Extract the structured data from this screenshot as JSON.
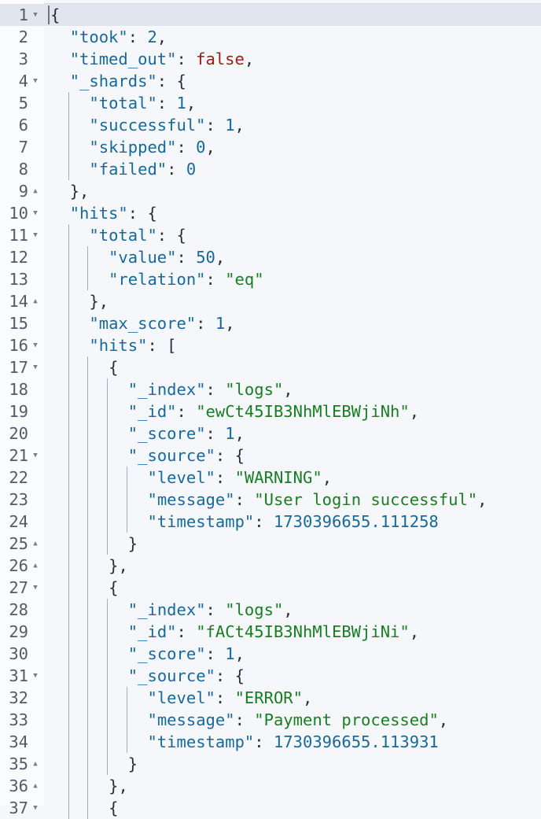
{
  "editor": {
    "active_line": 1,
    "colors": {
      "key": "#16699a",
      "string": "#197d24",
      "number": "#16699a",
      "boolean": "#a11818",
      "punctuation": "#2b2f38",
      "line_number": "#555a66",
      "active_line_bg": "#e1e5ee",
      "background": "#f5f7fa"
    },
    "lines": [
      {
        "n": "1",
        "fold": "open",
        "indent": 0,
        "text": "{"
      },
      {
        "n": "2",
        "fold": "",
        "indent": 1,
        "text": "\"took\": 2,"
      },
      {
        "n": "3",
        "fold": "",
        "indent": 1,
        "text": "\"timed_out\": false,"
      },
      {
        "n": "4",
        "fold": "open",
        "indent": 1,
        "text": "\"_shards\": {"
      },
      {
        "n": "5",
        "fold": "",
        "indent": 2,
        "text": "\"total\": 1,"
      },
      {
        "n": "6",
        "fold": "",
        "indent": 2,
        "text": "\"successful\": 1,"
      },
      {
        "n": "7",
        "fold": "",
        "indent": 2,
        "text": "\"skipped\": 0,"
      },
      {
        "n": "8",
        "fold": "",
        "indent": 2,
        "text": "\"failed\": 0"
      },
      {
        "n": "9",
        "fold": "close",
        "indent": 1,
        "text": "},"
      },
      {
        "n": "10",
        "fold": "open",
        "indent": 1,
        "text": "\"hits\": {"
      },
      {
        "n": "11",
        "fold": "open",
        "indent": 2,
        "text": "\"total\": {"
      },
      {
        "n": "12",
        "fold": "",
        "indent": 3,
        "text": "\"value\": 50,"
      },
      {
        "n": "13",
        "fold": "",
        "indent": 3,
        "text": "\"relation\": \"eq\""
      },
      {
        "n": "14",
        "fold": "close",
        "indent": 2,
        "text": "},"
      },
      {
        "n": "15",
        "fold": "",
        "indent": 2,
        "text": "\"max_score\": 1,"
      },
      {
        "n": "16",
        "fold": "open",
        "indent": 2,
        "text": "\"hits\": ["
      },
      {
        "n": "17",
        "fold": "open",
        "indent": 3,
        "text": "{"
      },
      {
        "n": "18",
        "fold": "",
        "indent": 4,
        "text": "\"_index\": \"logs\","
      },
      {
        "n": "19",
        "fold": "",
        "indent": 4,
        "text": "\"_id\": \"ewCt45IB3NhMlEBWjiNh\","
      },
      {
        "n": "20",
        "fold": "",
        "indent": 4,
        "text": "\"_score\": 1,"
      },
      {
        "n": "21",
        "fold": "open",
        "indent": 4,
        "text": "\"_source\": {"
      },
      {
        "n": "22",
        "fold": "",
        "indent": 5,
        "text": "\"level\": \"WARNING\","
      },
      {
        "n": "23",
        "fold": "",
        "indent": 5,
        "text": "\"message\": \"User login successful\","
      },
      {
        "n": "24",
        "fold": "",
        "indent": 5,
        "text": "\"timestamp\": 1730396655.111258"
      },
      {
        "n": "25",
        "fold": "close",
        "indent": 4,
        "text": "}"
      },
      {
        "n": "26",
        "fold": "close",
        "indent": 3,
        "text": "},"
      },
      {
        "n": "27",
        "fold": "open",
        "indent": 3,
        "text": "{"
      },
      {
        "n": "28",
        "fold": "",
        "indent": 4,
        "text": "\"_index\": \"logs\","
      },
      {
        "n": "29",
        "fold": "",
        "indent": 4,
        "text": "\"_id\": \"fACt45IB3NhMlEBWjiNi\","
      },
      {
        "n": "30",
        "fold": "",
        "indent": 4,
        "text": "\"_score\": 1,"
      },
      {
        "n": "31",
        "fold": "open",
        "indent": 4,
        "text": "\"_source\": {"
      },
      {
        "n": "32",
        "fold": "",
        "indent": 5,
        "text": "\"level\": \"ERROR\","
      },
      {
        "n": "33",
        "fold": "",
        "indent": 5,
        "text": "\"message\": \"Payment processed\","
      },
      {
        "n": "34",
        "fold": "",
        "indent": 5,
        "text": "\"timestamp\": 1730396655.113931"
      },
      {
        "n": "35",
        "fold": "close",
        "indent": 4,
        "text": "}"
      },
      {
        "n": "36",
        "fold": "close",
        "indent": 3,
        "text": "},"
      },
      {
        "n": "37",
        "fold": "open",
        "indent": 3,
        "text": "{"
      }
    ]
  }
}
